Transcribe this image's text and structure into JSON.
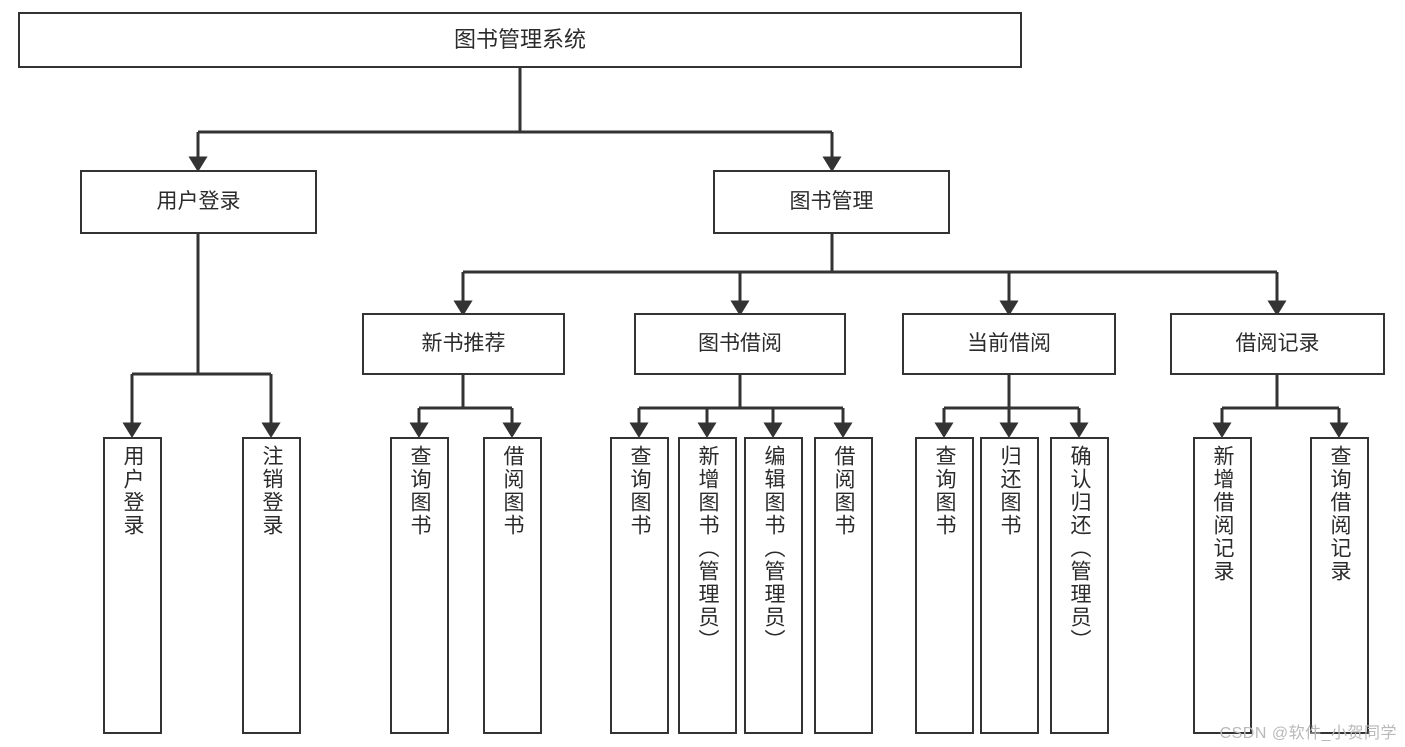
{
  "diagram": {
    "title": "图书管理系统",
    "watermark": "CSDN @软件_小贺同学",
    "colors": {
      "box_border": "#333333",
      "box_fill": "#ffffff",
      "edge": "#333333",
      "text": "#2b2b2b",
      "watermark": "#b9b9b9",
      "background": "#ffffff"
    },
    "levels": {
      "root": {
        "label": "图书管理系统"
      },
      "level1": [
        {
          "label": "用户登录"
        },
        {
          "label": "图书管理"
        }
      ],
      "level2": [
        {
          "label": "新书推荐"
        },
        {
          "label": "图书借阅"
        },
        {
          "label": "当前借阅"
        },
        {
          "label": "借阅记录"
        }
      ],
      "leaves_user_login": [
        {
          "label": "用户登录"
        },
        {
          "label": "注销登录"
        }
      ],
      "leaves_new_book": [
        {
          "label": "查询图书"
        },
        {
          "label": "借阅图书"
        }
      ],
      "leaves_borrow": [
        {
          "label": "查询图书"
        },
        {
          "label": "新增图书（管理员）"
        },
        {
          "label": "编辑图书（管理员）"
        },
        {
          "label": "借阅图书"
        }
      ],
      "leaves_current": [
        {
          "label": "查询图书"
        },
        {
          "label": "归还图书"
        },
        {
          "label": "确认归还（管理员）"
        }
      ],
      "leaves_record": [
        {
          "label": "新增借阅记录"
        },
        {
          "label": "查询借阅记录"
        }
      ]
    }
  }
}
